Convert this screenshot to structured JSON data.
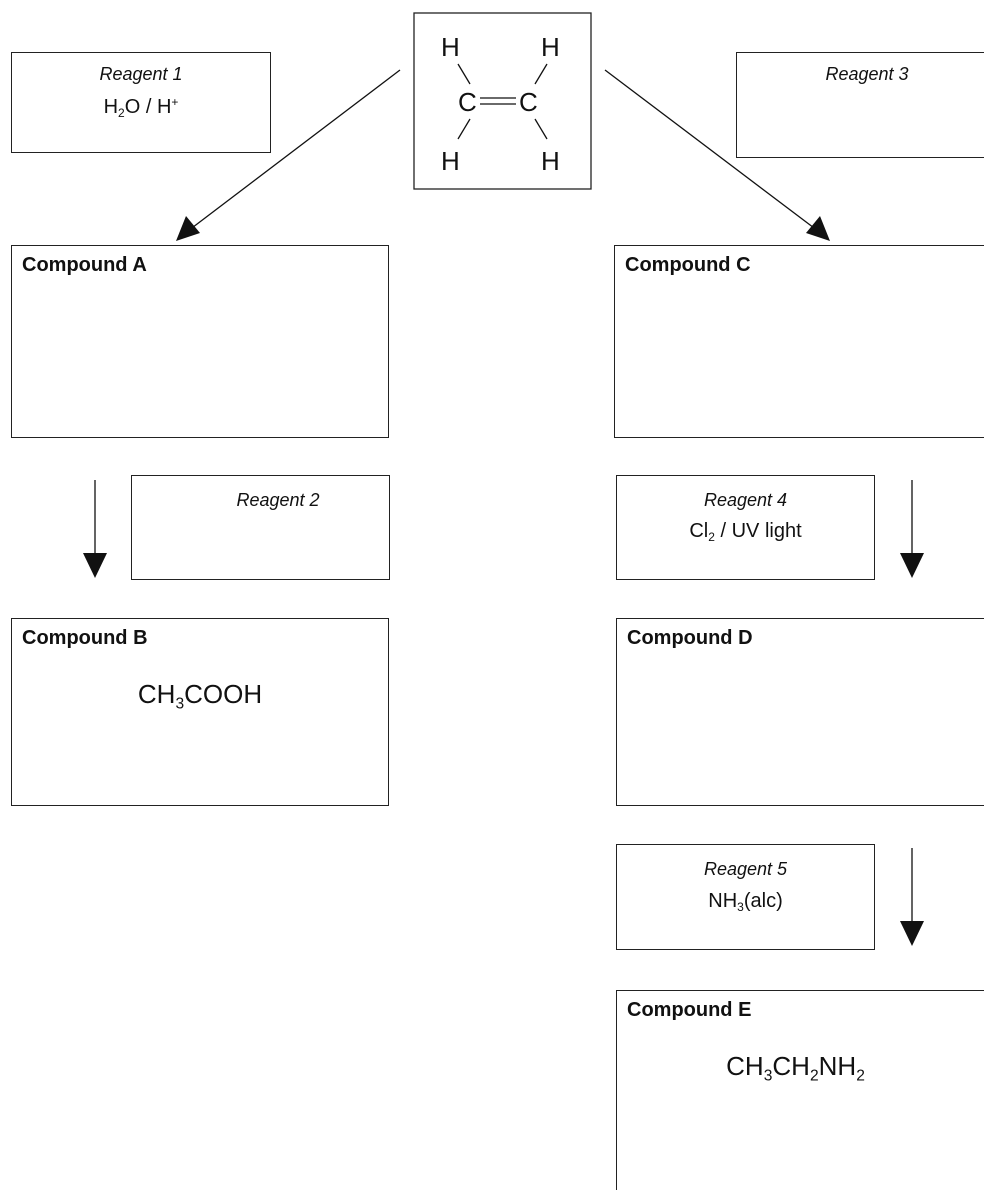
{
  "molecule": {
    "atoms": [
      "H",
      "H",
      "C",
      "C",
      "H",
      "H"
    ]
  },
  "reagent_1": {
    "label": "Reagent 1",
    "value_base": "H",
    "value_sub": "2",
    "value_mid": "O / H",
    "value_sup": "+"
  },
  "reagent_2": {
    "label": "Reagent 2"
  },
  "reagent_3": {
    "label": "Reagent 3"
  },
  "reagent_4": {
    "label": "Reagent 4",
    "value_base": "Cl",
    "value_sub": "2",
    "value_rest": " / UV light"
  },
  "reagent_5": {
    "label": "Reagent 5",
    "value_base": "NH",
    "value_sub": "3",
    "value_rest": "(alc)"
  },
  "compound_a": {
    "label": "Compound A"
  },
  "compound_b": {
    "label": "Compound B",
    "f1": "CH",
    "s1": "3",
    "f2": "COOH"
  },
  "compound_c": {
    "label": "Compound C"
  },
  "compound_d": {
    "label": "Compound D"
  },
  "compound_e": {
    "label": "Compound E",
    "f1": "CH",
    "s1": "3",
    "f2": "CH",
    "s2": "2",
    "f3": "NH",
    "s3": "2"
  }
}
